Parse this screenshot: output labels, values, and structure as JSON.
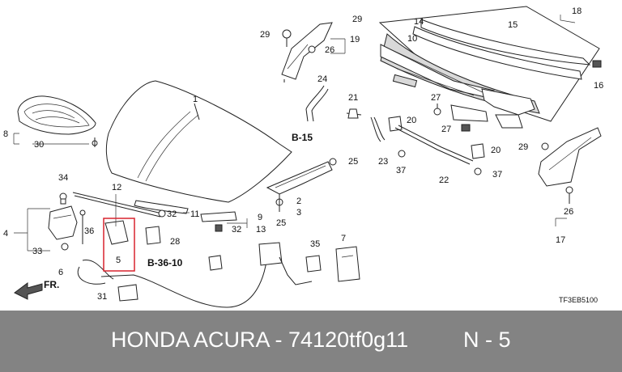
{
  "labels": {
    "l1": "1",
    "l2": "2",
    "l3": "3",
    "l4": "4",
    "l5": "5",
    "l6": "6",
    "l7": "7",
    "l8": "8",
    "l9": "9",
    "l10": "10",
    "l11": "11",
    "l12": "12",
    "l13": "13",
    "l14": "14",
    "l15": "15",
    "l16": "16",
    "l17": "17",
    "l18": "18",
    "l19": "19",
    "l20a": "20",
    "l20b": "20",
    "l21": "21",
    "l22": "22",
    "l23": "23",
    "l24": "24",
    "l25a": "25",
    "l25b": "25",
    "l26a": "26",
    "l26b": "26",
    "l27a": "27",
    "l27b": "27",
    "l28": "28",
    "l29a": "29",
    "l29b": "29",
    "l29c": "29",
    "l30": "30",
    "l31": "31",
    "l32a": "32",
    "l32b": "32",
    "l33": "33",
    "l34": "34",
    "l35": "35",
    "l36": "36",
    "l37a": "37",
    "l37b": "37"
  },
  "refs": {
    "b15": "B-15",
    "b3610": "B-36-10"
  },
  "front": "FR.",
  "diagram_code": "TF3EB5100",
  "highlight_color": "#d9232e",
  "footer": {
    "part_text": "HONDA ACURA - 74120tf0g11",
    "ref_text": "N - 5"
  }
}
